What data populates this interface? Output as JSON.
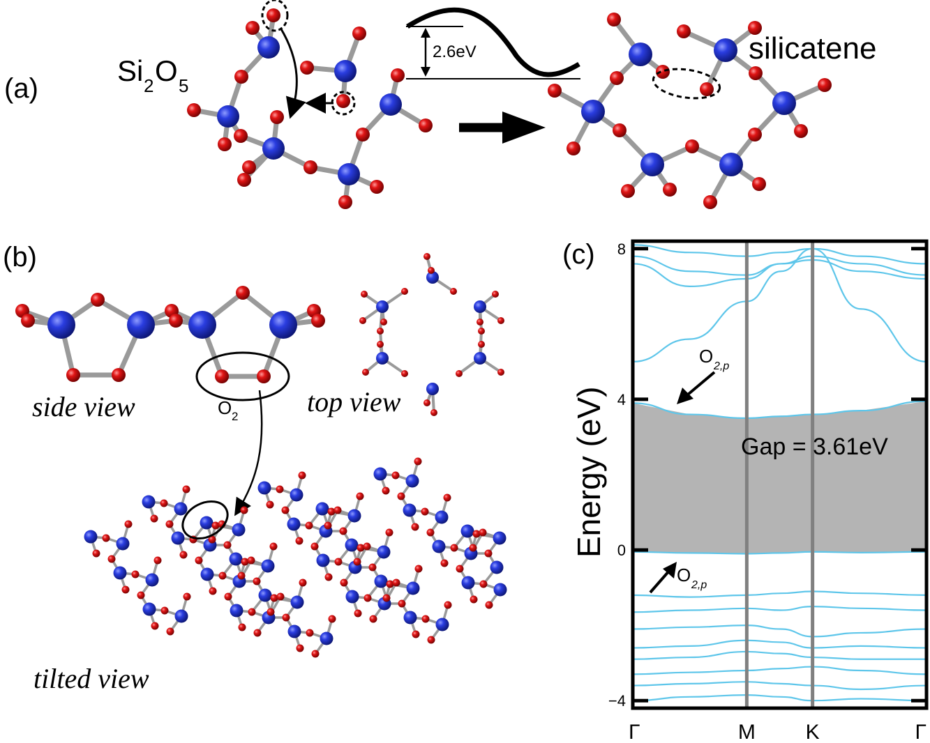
{
  "panel_a": {
    "label": "(a)",
    "left_structure_label_main": "Si",
    "left_structure_label_sub1": "2",
    "left_structure_label_o": "O",
    "left_structure_label_sub2": "5",
    "barrier_label": "2.6eV",
    "right_structure_label": "silicatene"
  },
  "panel_b": {
    "label": "(b)",
    "side_view_label": "side view",
    "top_view_label": "top view",
    "tilted_view_label": "tilted view",
    "o2_label_main": "O",
    "o2_label_sub": "2"
  },
  "panel_c": {
    "label": "(c)",
    "gap_label": "Gap = 3.61eV",
    "o2p_upper_main": "O",
    "o2p_upper_sub": "2,p",
    "o2p_lower_main": "O",
    "o2p_lower_sub": "2,p"
  },
  "colors": {
    "silicon": "#2233cc",
    "oxygen": "#dd1111",
    "bond": "#9a9a9a",
    "band": "#5ec6ea",
    "gap_fill": "#b4b4b4",
    "k_lines": "#808080"
  },
  "chart_data": {
    "type": "line",
    "title": "",
    "ylabel": "Energy (eV)",
    "xlabel": "",
    "ylim": [
      -4.2,
      8.2
    ],
    "yticks": [
      8,
      4,
      0,
      -4
    ],
    "yticklabels": [
      "8",
      "4",
      "0",
      "−4"
    ],
    "kpoint_labels": [
      "Γ",
      "M",
      "K",
      "Γ"
    ],
    "kpoint_positions": [
      0,
      1.0,
      1.577,
      2.577
    ],
    "band_gap_eV": 3.61,
    "gap_range": [
      0.0,
      3.61
    ],
    "series": [
      {
        "x": [
          0,
          0.5,
          1.0,
          1.3,
          1.577,
          2.0,
          2.577
        ],
        "y": [
          3.9,
          3.6,
          3.5,
          3.55,
          3.6,
          3.7,
          3.95
        ]
      },
      {
        "x": [
          0,
          0.5,
          1.0,
          1.3,
          1.577,
          2.0,
          2.577
        ],
        "y": [
          -0.05,
          -0.08,
          -0.1,
          -0.08,
          -0.05,
          -0.07,
          -0.05
        ]
      },
      {
        "x": [
          0,
          0.5,
          1.0,
          1.3,
          1.577,
          2.0,
          2.577
        ],
        "y": [
          -1.2,
          -1.25,
          -1.2,
          -1.15,
          -1.1,
          -1.15,
          -1.2
        ]
      },
      {
        "x": [
          0,
          0.5,
          1.0,
          1.3,
          1.577,
          2.0,
          2.577
        ],
        "y": [
          -1.65,
          -1.6,
          -1.55,
          -1.6,
          -1.5,
          -1.55,
          -1.6
        ]
      },
      {
        "x": [
          0,
          0.5,
          1.0,
          1.3,
          1.577,
          2.0,
          2.577
        ],
        "y": [
          -2.1,
          -2.05,
          -2.0,
          -2.1,
          -2.3,
          -2.2,
          -2.1
        ]
      },
      {
        "x": [
          0,
          0.5,
          1.0,
          1.3,
          1.577,
          2.0,
          2.577
        ],
        "y": [
          -2.6,
          -2.55,
          -2.4,
          -2.45,
          -2.6,
          -2.55,
          -2.6
        ]
      },
      {
        "x": [
          0,
          0.5,
          1.0,
          1.3,
          1.577,
          2.0,
          2.577
        ],
        "y": [
          -2.9,
          -2.85,
          -2.7,
          -2.75,
          -2.85,
          -2.9,
          -2.9
        ]
      },
      {
        "x": [
          0,
          0.5,
          1.0,
          1.3,
          1.577,
          2.0,
          2.577
        ],
        "y": [
          -3.3,
          -3.25,
          -3.2,
          -3.15,
          -3.1,
          -3.2,
          -3.3
        ]
      },
      {
        "x": [
          0,
          0.5,
          1.0,
          1.3,
          1.577,
          2.0,
          2.577
        ],
        "y": [
          -3.6,
          -3.55,
          -3.5,
          -3.55,
          -3.6,
          -3.7,
          -3.6
        ]
      },
      {
        "x": [
          0,
          0.5,
          1.0,
          1.3,
          1.577,
          2.0,
          2.577
        ],
        "y": [
          -4.0,
          -3.9,
          -3.85,
          -3.9,
          -4.0,
          -3.95,
          -4.0
        ]
      },
      {
        "x": [
          0,
          0.5,
          1.0,
          1.3,
          1.577,
          2.0,
          2.577
        ],
        "y": [
          5.0,
          5.6,
          6.6,
          7.4,
          8.0,
          6.4,
          5.0
        ]
      },
      {
        "x": [
          0,
          0.5,
          1.0,
          1.3,
          1.577,
          2.0,
          2.577
        ],
        "y": [
          7.6,
          7.0,
          7.2,
          7.6,
          7.8,
          7.6,
          7.3
        ]
      },
      {
        "x": [
          0,
          0.5,
          1.0,
          1.3,
          1.577,
          2.0,
          2.577
        ],
        "y": [
          7.8,
          7.4,
          7.3,
          7.6,
          7.7,
          7.4,
          7.2
        ]
      },
      {
        "x": [
          0,
          0.5,
          1.0,
          1.3,
          1.577,
          2.0,
          2.577
        ],
        "y": [
          8.1,
          7.9,
          7.8,
          7.9,
          8.0,
          7.8,
          7.6
        ]
      }
    ]
  }
}
